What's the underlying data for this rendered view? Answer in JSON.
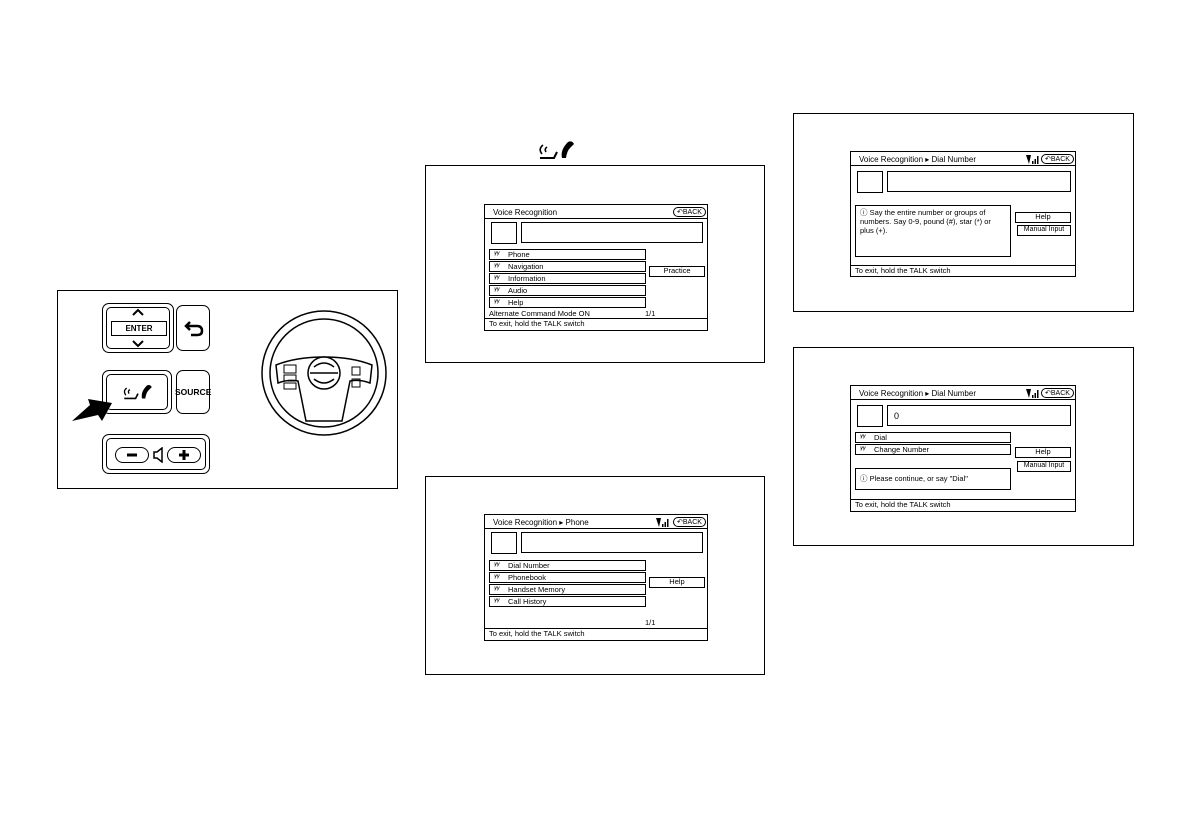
{
  "talk_icon": "voice-talk-icon",
  "controls": {
    "enter_label": "ENTER",
    "source_label": "SOURCE",
    "icons": [
      "up-arrow-icon",
      "down-arrow-icon",
      "back-arrow-icon",
      "talk-switch-icon",
      "volume-minus-icon",
      "speaker-icon",
      "volume-plus-icon",
      "steering-wheel-icon",
      "pointer-arrow-icon"
    ]
  },
  "screen1": {
    "title": "Voice Recognition",
    "back_label": "BACK",
    "items": [
      "Phone",
      "Navigation",
      "Information",
      "Audio",
      "Help"
    ],
    "side_button": "Practice",
    "mode_text": "Alternate Command Mode ON",
    "page": "1/1",
    "footer": "To exit, hold the TALK switch"
  },
  "screen2": {
    "title": "Voice Recognition",
    "sep": "▸",
    "crumb": "Phone",
    "back_label": "BACK",
    "items": [
      "Dial Number",
      "Phonebook",
      "Handset Memory",
      "Call History"
    ],
    "side_button": "Help",
    "page": "1/1",
    "footer": "To exit, hold the TALK switch"
  },
  "screen3": {
    "title": "Voice Recognition",
    "sep": "▸",
    "crumb": "Dial Number",
    "back_label": "BACK",
    "info_lines": [
      "ⓘ Say the entire number or groups of",
      "numbers. Say 0-9, pound (#), star (*) or",
      "plus (+)."
    ],
    "side_button": "Help",
    "side_button2": "Manual Input",
    "footer": "To exit, hold the TALK switch"
  },
  "screen4": {
    "title": "Voice Recognition",
    "sep": "▸",
    "crumb": "Dial Number",
    "back_label": "BACK",
    "input_value": "0",
    "items": [
      "Dial",
      "Change Number"
    ],
    "info": "ⓘ Please continue, or say \"Dial\"",
    "side_button": "Help",
    "side_button2": "Manual Input",
    "footer": "To exit, hold the TALK switch"
  }
}
